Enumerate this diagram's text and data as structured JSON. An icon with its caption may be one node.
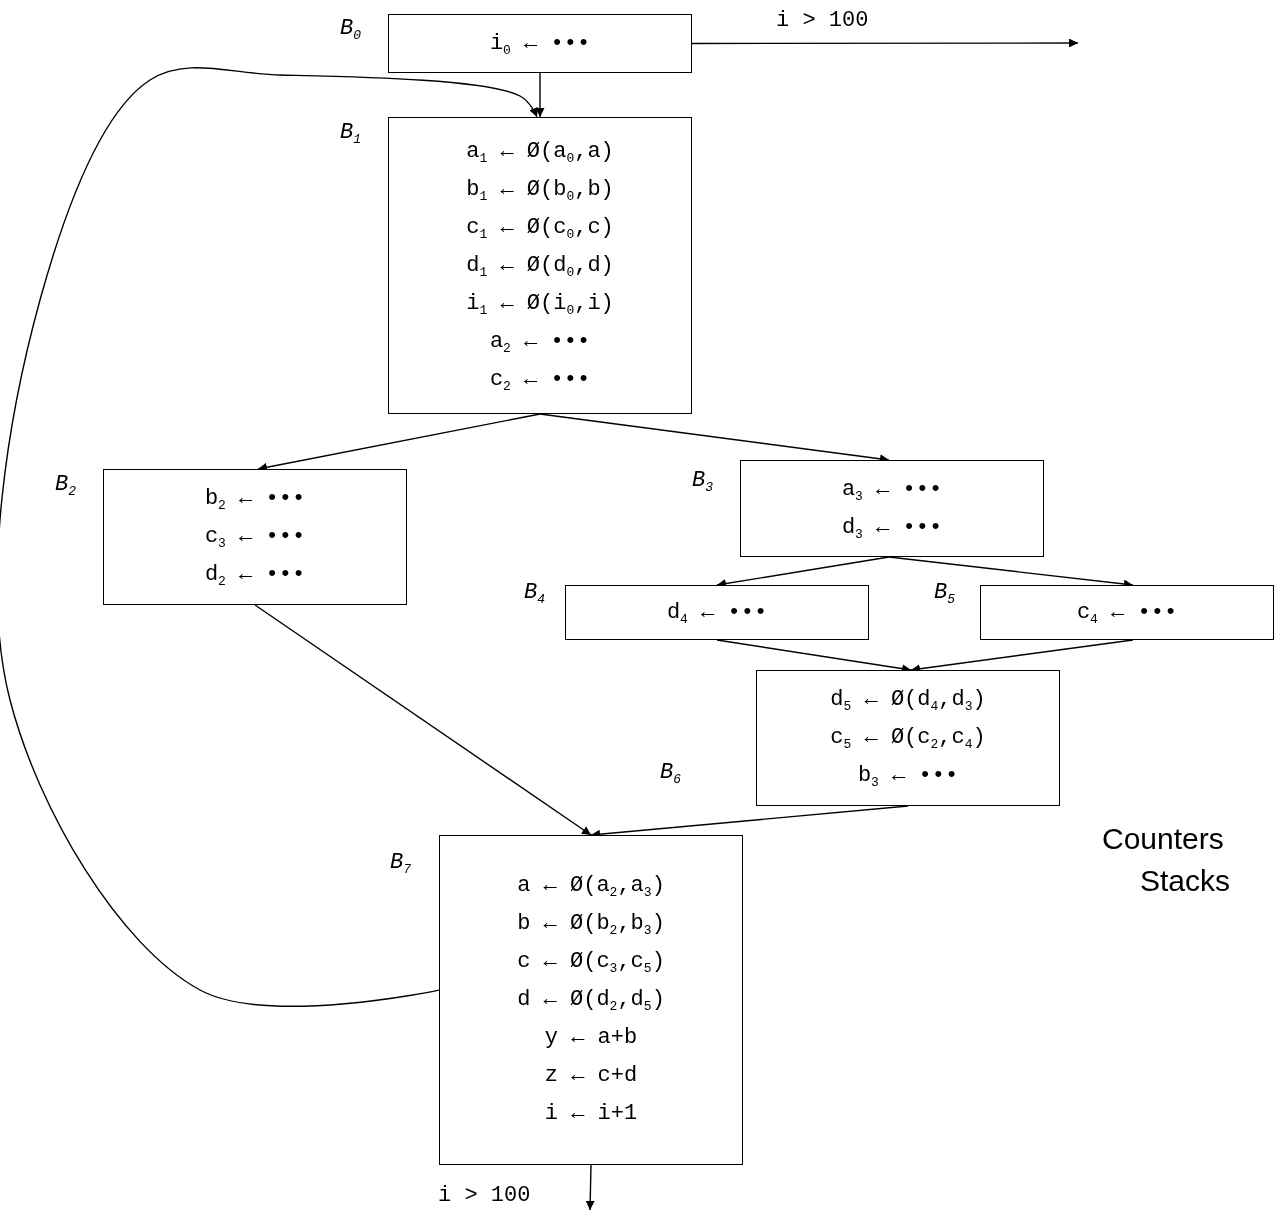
{
  "diagram": {
    "nodes": [
      {
        "text": [
          "i$_{0}$ ← •••"
        ],
        "beside": [
          "B$_{0}$"
        ]
      },
      {
        "text": [
          "a$_{1}$ ← Ø(a$_{0}$,a)",
          "b$_{1}$ ← Ø(b$_{0}$,b)",
          "c$_{1}$ ← Ø(c$_{0}$,c)",
          "d$_{1}$ ← Ø(d$_{0}$,d)",
          "i$_{1}$ ← Ø(i$_{0}$,i)",
          "a$_{2}$ ← •••",
          "c$_{2}$ ← •••"
        ],
        "beside": [
          "B$_{1}$"
        ]
      },
      {
        "text": [
          "b$_{2}$ ← •••",
          "c$_{3}$ ← •••",
          "d$_{2}$ ← •••"
        ],
        "beside": [
          "B$_{2}$"
        ]
      },
      {
        "text": [
          "a$_{3}$ ← •••",
          "d$_{3}$ ← •••"
        ],
        "beside": [
          "B$_{3}$"
        ]
      },
      {
        "text": [
          "d$_{4}$ ← •••"
        ],
        "beside": [
          "B$_{4}$"
        ]
      },
      {
        "text": [
          "c$_{4}$ ← •••"
        ],
        "beside": [
          "B$_{5}$"
        ]
      },
      {
        "text": [
          "d$_{5}$ ← Ø(d$_{4}$,d$_{3}$)",
          "c$_{5}$ ← Ø(c$_{2}$,c$_{4}$)",
          "b$_{3}$ ← •••"
        ],
        "beside": [
          "B$_{6}$"
        ]
      },
      {
        "text": [
          "a ← Ø(a$_{2}$,a$_{3}$)",
          "b ← Ø(b$_{2}$,b$_{3}$)",
          "c ← Ø(c$_{3}$,c$_{5}$)",
          "d ← Ø(d$_{2}$,d$_{5}$)",
          "y ← a+b",
          "z ← c+d",
          "i ← i+1"
        ],
        "beside": [
          "B$_{7}$"
        ]
      }
    ],
    "edges": [
      {
        "from": 0,
        "to": 1,
        "arrow": "to"
      },
      {
        "from": 7,
        "to": 1,
        "arrow": "to"
      },
      {
        "from": 0,
        "to": null,
        "arrow": "to",
        "label": "i > 100"
      },
      {
        "from": 1,
        "to": 2,
        "arrow": "to"
      },
      {
        "from": 1,
        "to": 3,
        "arrow": "to"
      },
      {
        "from": 3,
        "to": 4,
        "arrow": "to"
      },
      {
        "from": 3,
        "to": 5,
        "arrow": "to"
      },
      {
        "from": 4,
        "to": 6,
        "arrow": "to"
      },
      {
        "from": 5,
        "to": 6,
        "arrow": "to"
      },
      {
        "from": 2,
        "to": 7,
        "arrow": "to"
      },
      {
        "from": 6,
        "to": 7,
        "arrow": "to"
      },
      {
        "from": 7,
        "to": null,
        "arrow": "to",
        "label": "i > 100"
      }
    ],
    "labels": [
      "Counters",
      "Stacks"
    ]
  }
}
